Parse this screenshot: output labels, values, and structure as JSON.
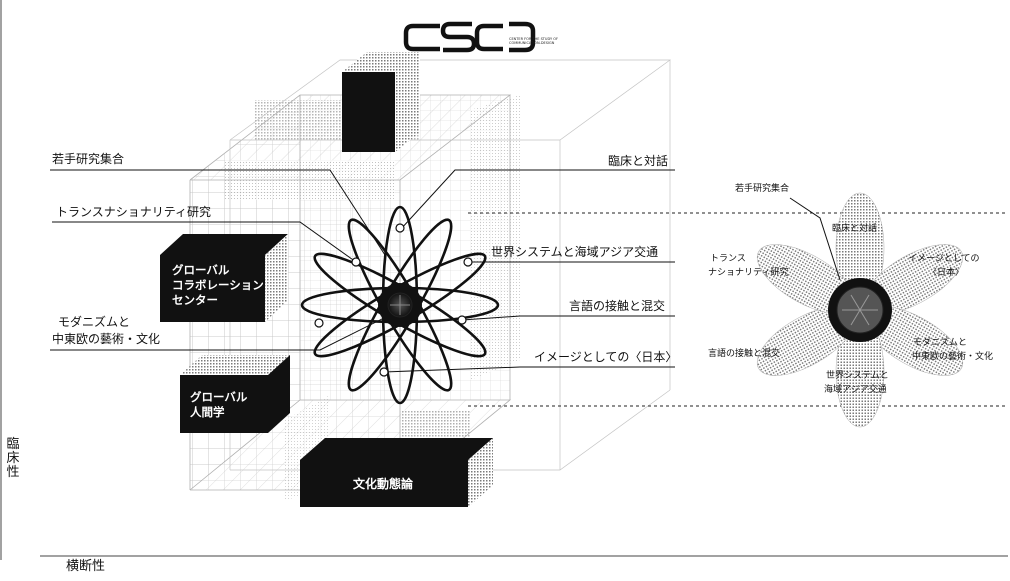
{
  "logo": {
    "text": "CSCD",
    "subtext": "CENTER FOR THE STUDY OF\nCOMMUNICATION-DESIGN"
  },
  "axes": {
    "vertical": "臨\n床\n性",
    "horizontal": "横断性"
  },
  "left_labels": {
    "young_research": "若手研究集合",
    "transnationality": "トランスナショナリティ研究",
    "modernism_1": "モダニズムと",
    "modernism_2": "中東欧の藝術・文化"
  },
  "right_labels": {
    "clinic_dialogue": "臨床と対話",
    "world_system": "世界システムと海域アジア交通",
    "language_contact": "言語の接触と混交",
    "image_japan": "イメージとしての〈日本〉"
  },
  "boxes": {
    "global_collab": "グローバル\nコラボレーション\nセンター",
    "global_human": "グローバル\n人間学",
    "culture_dynamics": "文化動態論"
  },
  "flower": {
    "young_research": "若手研究集合",
    "clinic_dialogue": "臨床と対話",
    "trans_1": "トランス",
    "trans_2": "ナショナリティ研究",
    "image_1": "イメージとしての",
    "image_2": "〈日本〉",
    "modern_1": "モダニズムと",
    "modern_2": "中東欧の藝術・文化",
    "language": "言語の接触と混交",
    "world_1": "世界システムと",
    "world_2": "海域アジア交通"
  },
  "colors": {
    "box_fill": "#111111",
    "grid_line": "#b9b9b9",
    "petal_fill": "#b3b3b3",
    "line": "#111111"
  }
}
